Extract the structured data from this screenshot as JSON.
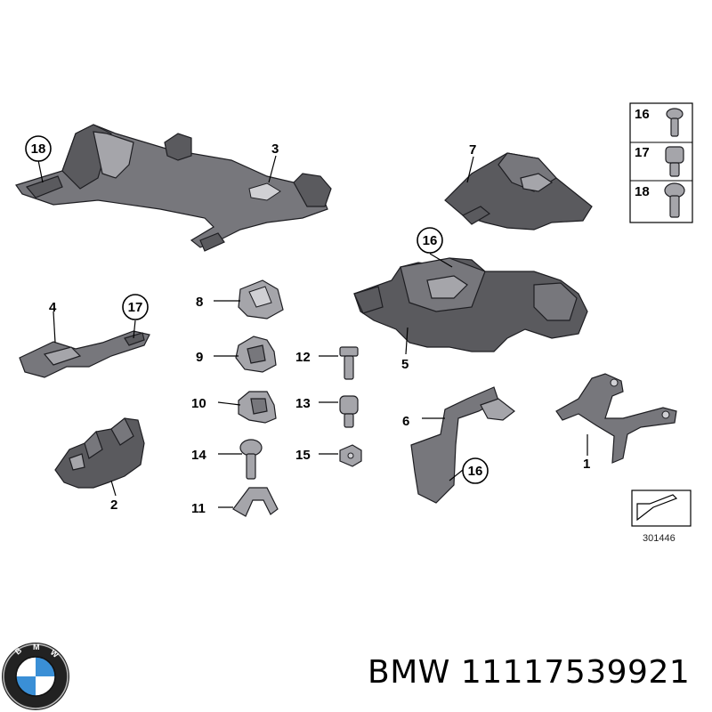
{
  "callouts": {
    "c1": "1",
    "c2": "2",
    "c3": "3",
    "c4": "4",
    "c5": "5",
    "c6": "6",
    "c7": "7",
    "c8": "8",
    "c9": "9",
    "c10": "10",
    "c11": "11",
    "c12": "12",
    "c13": "13",
    "c14": "14",
    "c15": "15",
    "c16a": "16",
    "c16b": "16",
    "c17": "17",
    "c18": "18"
  },
  "legend": {
    "row16": "16",
    "row17": "17",
    "row18": "18"
  },
  "drawing_number": "301446",
  "footer": {
    "brand": "BMW",
    "part_number": "11117539921"
  },
  "colors": {
    "part": "#5a5a5e",
    "outline": "#1e1e22",
    "logo_blue": "#3a8fd6"
  }
}
